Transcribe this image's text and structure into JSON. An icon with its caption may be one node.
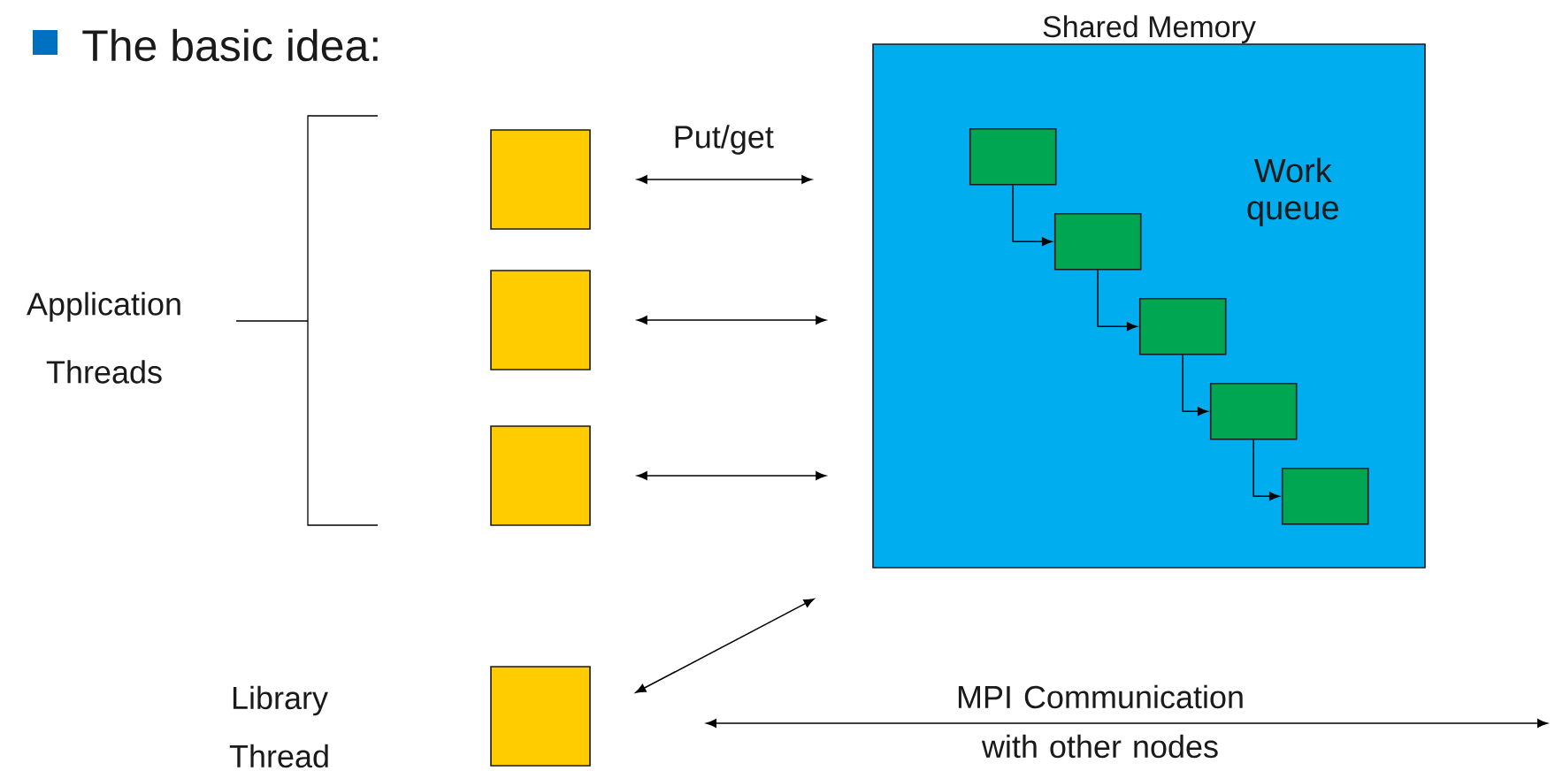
{
  "diagram": {
    "title": "The basic idea:",
    "nodes": [
      {
        "text": [
          "Shared Memory",
          "Work queue"
        ]
      },
      {
        "text": [],
        "shape": "box",
        "in": 0
      },
      {
        "text": [],
        "shape": "box",
        "in": 0
      },
      {
        "text": [],
        "shape": "box",
        "in": 0
      },
      {
        "text": [],
        "shape": "box",
        "in": 0
      },
      {
        "text": [],
        "shape": "box",
        "in": 0
      },
      {
        "text": [],
        "shape": "box"
      },
      {
        "text": [],
        "shape": "box"
      },
      {
        "text": [],
        "shape": "box"
      },
      {
        "text": [],
        "shape": "box"
      }
    ],
    "edges": [
      {
        "from": 1,
        "to": 2,
        "arrow": "to"
      },
      {
        "from": 2,
        "to": 3,
        "arrow": "to"
      },
      {
        "from": 3,
        "to": 4,
        "arrow": "to"
      },
      {
        "from": 4,
        "to": 5,
        "arrow": "to"
      },
      {
        "from": 6,
        "to": 0,
        "arrow": "both",
        "label": "Put/get"
      },
      {
        "from": 7,
        "to": 0,
        "arrow": "both"
      },
      {
        "from": 8,
        "to": 0,
        "arrow": "both"
      },
      {
        "from": 9,
        "to": 0,
        "arrow": "both"
      }
    ],
    "labels": [
      "Application Threads",
      "Library Thread",
      "MPI Communication with other nodes"
    ]
  }
}
